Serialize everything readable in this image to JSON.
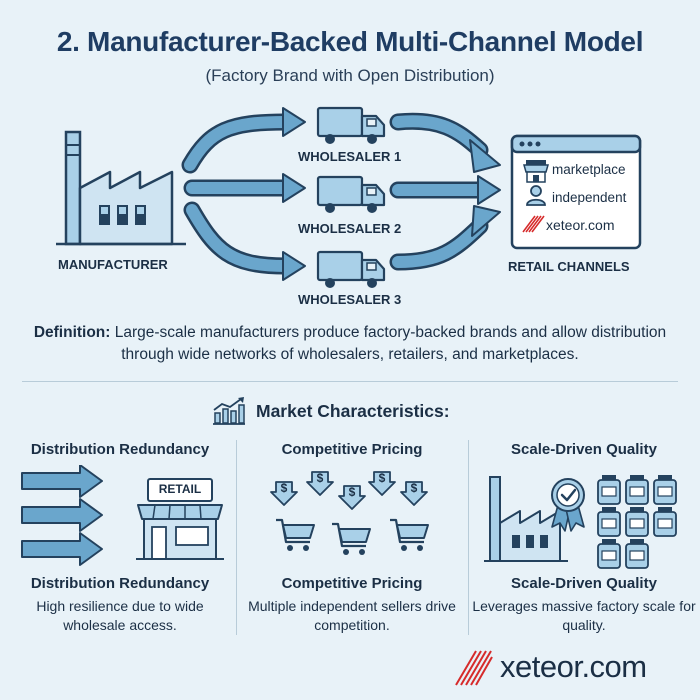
{
  "header": {
    "title": "2. Manufacturer-Backed Multi-Channel Model",
    "subtitle": "(Factory Brand with Open Distribution)"
  },
  "diagram": {
    "manufacturer_label": "MANUFACTURER",
    "wholesalers": [
      "WHOLESALER 1",
      "WHOLESALER 2",
      "WHOLESALER 3"
    ],
    "retail_label": "RETAIL CHANNELS",
    "retail_items": [
      "marketplace",
      "independent",
      "xeteor.com"
    ]
  },
  "definition": {
    "label": "Definition:",
    "text": "Large-scale manufacturers produce factory-backed brands and allow distribution through wide networks of wholesalers, retailers, and marketplaces."
  },
  "market": {
    "title": "Market Characteristics:",
    "columns": [
      {
        "heading": "Distribution Redundancy",
        "sign": "RETAIL",
        "title": "Distribution Redundancy",
        "desc": "High resilience due to wide wholesale access."
      },
      {
        "heading": "Competitive Pricing",
        "title": "Competitive Pricing",
        "desc": "Multiple independent sellers drive competition."
      },
      {
        "heading": "Scale-Driven Quality",
        "title": "Scale-Driven Quality",
        "desc": "Leverages massive factory scale for quality."
      }
    ]
  },
  "footer": {
    "logo_text": "xeteor.com"
  },
  "colors": {
    "navy": "#1f3d63",
    "light_blue": "#a9d0e8",
    "mid_blue": "#6aa6cc",
    "outline": "#24425e",
    "accent_red": "#d62b2b"
  }
}
